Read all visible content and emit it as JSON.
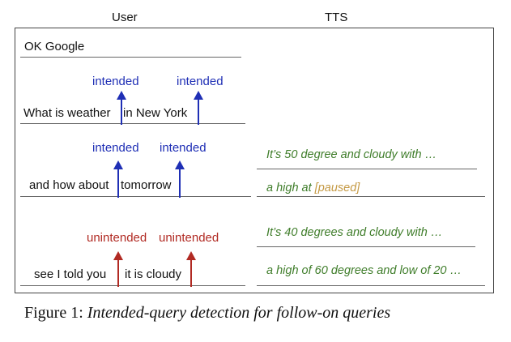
{
  "headers": {
    "user": "User",
    "tts": "TTS"
  },
  "user": {
    "q1": "OK Google",
    "q2a": "What is weather",
    "q2b": "in New York",
    "q3a": "and how about",
    "q3b": "tomorrow",
    "q4a": "see I told you",
    "q4b": "it is cloudy"
  },
  "labels": {
    "intended": "intended",
    "unintended": "unintended"
  },
  "tts": {
    "r1": "It’s 50 degree and cloudy with …",
    "r2_prefix": "a high at ",
    "r2_paused": "[paused]",
    "r3": "It’s 40 degrees and cloudy with …",
    "r4": "a high of 60 degrees and low of 20 …"
  },
  "caption": {
    "number": "Figure 1:",
    "text": "Intended-query detection for follow-on queries"
  },
  "colors": {
    "intended": "#1f2fb5",
    "unintended": "#b12a23",
    "tts": "#3f7d2a",
    "paused": "#c59a45"
  }
}
